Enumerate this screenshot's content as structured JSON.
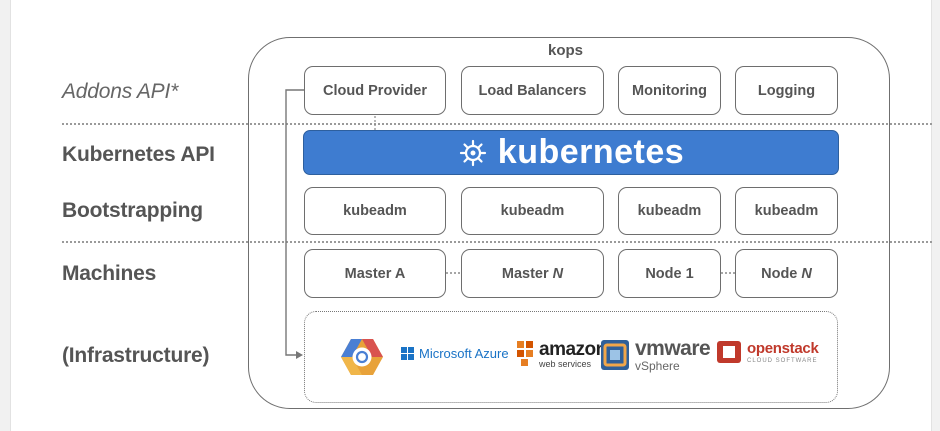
{
  "rows": {
    "addons": "Addons API*",
    "kubernetes": "Kubernetes API",
    "bootstrapping": "Bootstrapping",
    "machines": "Machines",
    "infrastructure": "(Infrastructure)"
  },
  "kops": {
    "label": "kops"
  },
  "addons": {
    "cloud_provider": "Cloud Provider",
    "load_balancers": "Load Balancers",
    "monitoring": "Monitoring",
    "logging": "Logging"
  },
  "kubernetes_bar": {
    "wordmark": "kubernetes",
    "icon": "kubernetes-helm-icon"
  },
  "bootstrapping": {
    "items": [
      "kubeadm",
      "kubeadm",
      "kubeadm",
      "kubeadm"
    ]
  },
  "machines": {
    "master_a": "Master A",
    "master_n_prefix": "Master",
    "master_n_var": "N",
    "node_1": "Node 1",
    "node_n_prefix": "Node",
    "node_n_var": "N"
  },
  "infrastructure": {
    "gcp_icon": "google-cloud-hexagon-icon",
    "azure": "Microsoft Azure",
    "amazon_main": "amazon",
    "amazon_sub": "web services",
    "vmware_main": "vmware",
    "vmware_sub": "vSphere",
    "openstack_main": "openstack",
    "openstack_sub": "CLOUD SOFTWARE"
  },
  "colors": {
    "k8s_blue": "#3e7cd0",
    "label_gray": "#555555",
    "border_gray": "#6e6e6e"
  }
}
